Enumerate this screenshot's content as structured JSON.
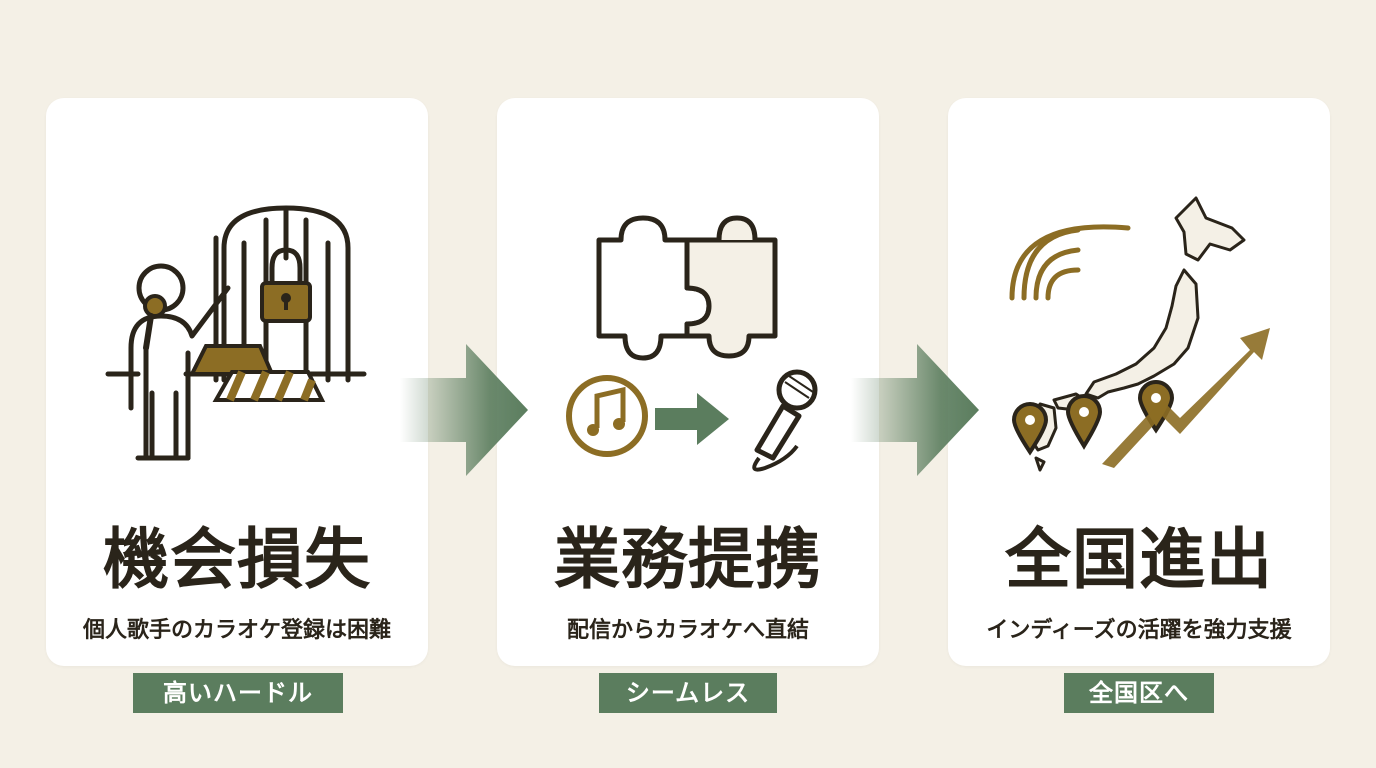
{
  "steps": [
    {
      "title": "機会損失",
      "subtitle": "個人歌手のカラオケ登録は困難",
      "tag": "高いハードル"
    },
    {
      "title": "業務提携",
      "subtitle": "配信からカラオケへ直結",
      "tag": "シームレス"
    },
    {
      "title": "全国進出",
      "subtitle": "インディーズの活躍を強力支援",
      "tag": "全国区へ"
    }
  ],
  "colors": {
    "background": "#f4f0e6",
    "card": "#ffffff",
    "line": "#2a241a",
    "gold": "#8c6d24",
    "green": "#5b7d5e"
  },
  "icons": {
    "step1": [
      "singer-icon",
      "microphone-icon",
      "locked-gate-icon",
      "padlock-icon",
      "barrier-icon"
    ],
    "step2": [
      "puzzle-icon",
      "music-note-icon",
      "arrow-right-icon",
      "microphone-icon"
    ],
    "step3": [
      "broadcast-waves-icon",
      "japan-map-icon",
      "location-pin-icon",
      "growth-arrow-icon"
    ]
  }
}
